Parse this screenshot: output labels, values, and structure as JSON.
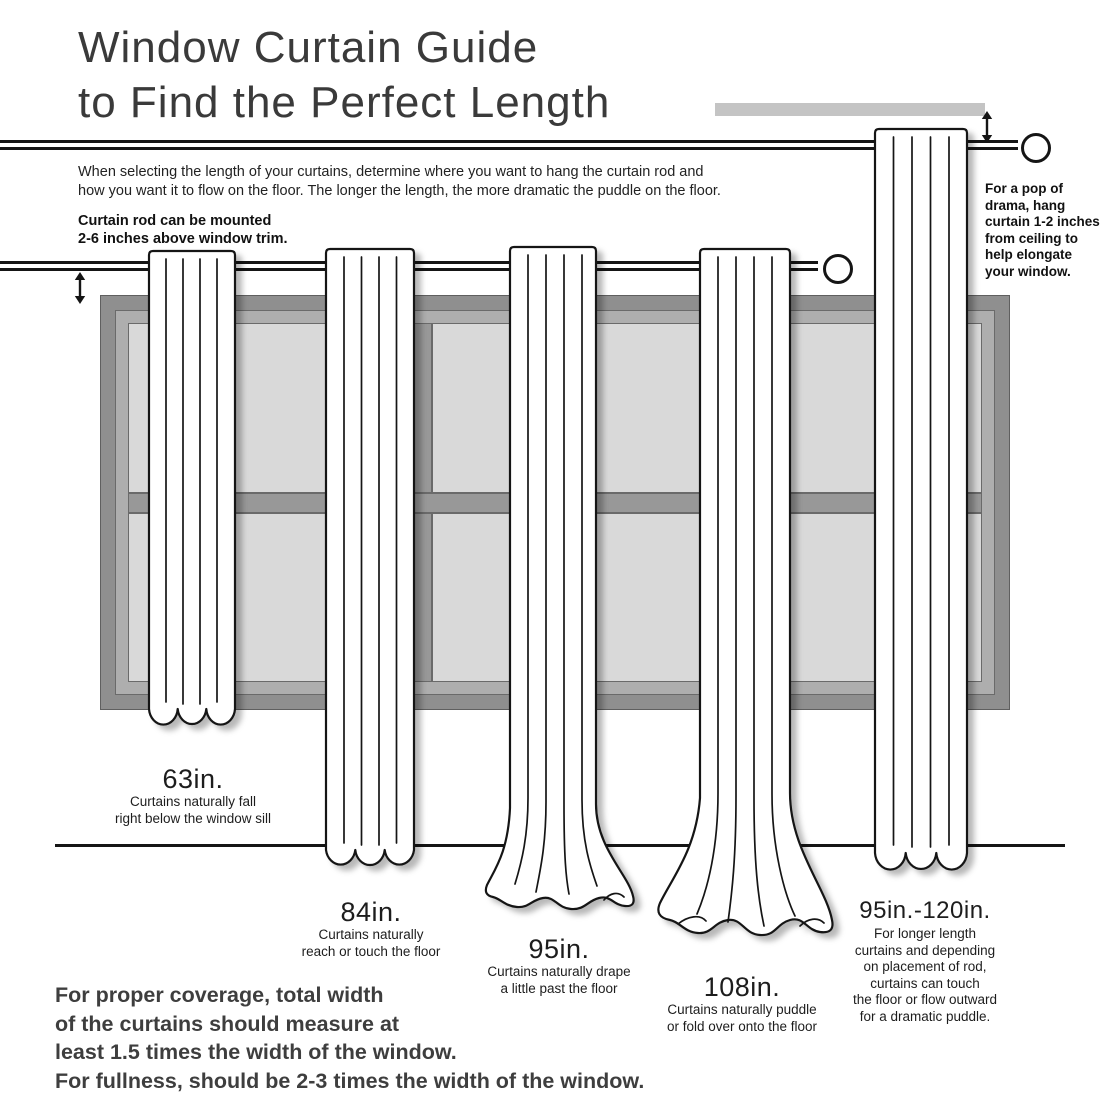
{
  "title": {
    "line1": "Window Curtain Guide",
    "line2": "to Find the Perfect Length"
  },
  "intro": "When selecting the length of your curtains, determine where you want to hang the curtain rod and\nhow you want it to flow on the floor. The longer the length, the more dramatic the puddle on the floor.",
  "rod_note": "Curtain rod can be mounted\n2-6 inches above window trim.",
  "ceiling_note": "For a pop of\ndrama, hang\ncurtain 1-2 inches\nfrom ceiling to\nhelp elongate\nyour window.",
  "curtains": [
    {
      "length": "63in.",
      "description": "Curtains naturally fall\nright below the window sill"
    },
    {
      "length": "84in.",
      "description": "Curtains naturally\nreach or touch the floor"
    },
    {
      "length": "95in.",
      "description": "Curtains naturally drape\na little past the floor"
    },
    {
      "length": "108in.",
      "description": "Curtains naturally puddle\nor fold over onto the floor"
    },
    {
      "length": "95in.-120in.",
      "description": "For longer length\ncurtains and depending\non placement of rod,\ncurtains can touch\nthe floor or flow outward\nfor a dramatic puddle."
    }
  ],
  "coverage_note": "For proper coverage, total width\nof the curtains should measure at\nleast 1.5 times the width of the window.\nFor fullness, should be 2-3 times the width of the window.",
  "colors": {
    "ink": "#151515",
    "title_text": "#3a3a3a",
    "window_frame": "#8f8f8f",
    "window_inner_frame": "#aeaeae",
    "window_pane": "#d9d9d9",
    "ceiling_bar": "#c4c4c4",
    "curtain_fill": "#ffffff"
  }
}
